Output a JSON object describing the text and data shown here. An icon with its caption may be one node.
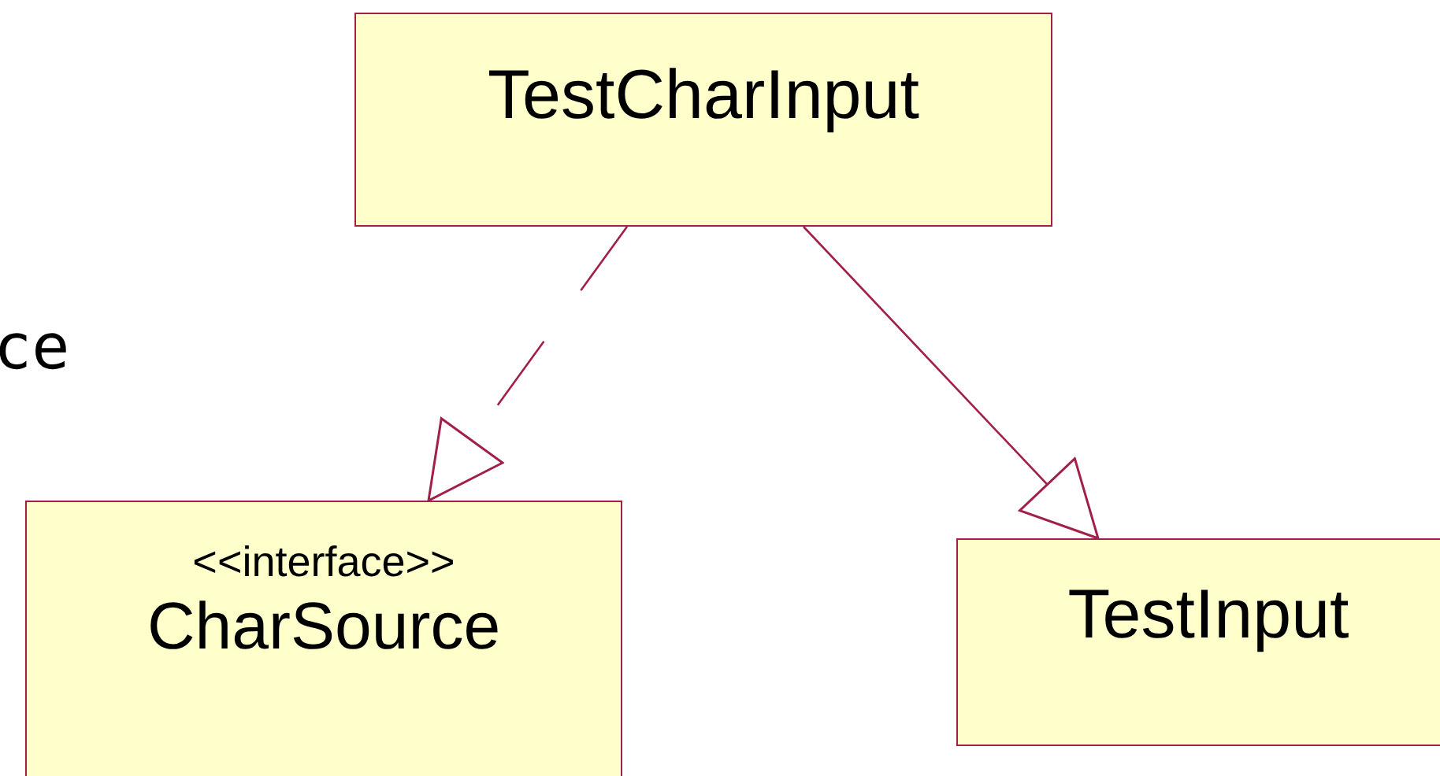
{
  "diagram": {
    "nodes": [
      {
        "text": [
          "TestCharInput"
        ]
      },
      {
        "text": [
          "<<interface>>",
          "CharSource"
        ]
      },
      {
        "text": [
          "TestInput"
        ]
      }
    ],
    "edges": [
      {
        "from": 0,
        "to": 1,
        "arrow": "to",
        "style": "dashed"
      },
      {
        "from": 0,
        "to": 2,
        "arrow": "to"
      }
    ],
    "labels": [
      "ce"
    ]
  }
}
